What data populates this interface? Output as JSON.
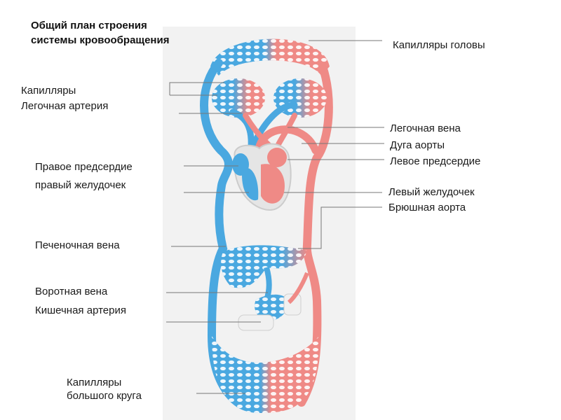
{
  "title": "Общий план строения системы кровообращения",
  "labels": {
    "head_capillaries": "Капилляры головы",
    "capillaries": "Капилляры",
    "pulmonary_artery": "Легочная артерия",
    "pulmonary_vein": "Легочная вена",
    "aortic_arch": "Дуга аорты",
    "left_atrium": "Левое предсердие",
    "right_atrium": "Правое предсердие",
    "right_ventricle": "правый желудочек",
    "left_ventricle": "Левый желудочек",
    "abdominal_aorta": "Брюшная аорта",
    "hepatic_vein": "Печеночная вена",
    "portal_vein": "Воротная вена",
    "intestinal_artery": "Кишечная артерия",
    "systemic_capillaries_1": "Капилляры",
    "systemic_capillaries_2": "большого круга"
  },
  "colors": {
    "venous": "#4aa8e0",
    "arterial": "#ef8a86",
    "background_panel": "#f2f2f2",
    "leader_line": "#777777"
  }
}
